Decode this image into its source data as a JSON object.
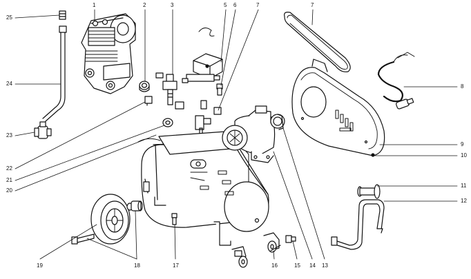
{
  "diagram": {
    "part_numbers": [
      "1",
      "2",
      "3",
      "5",
      "6",
      "7",
      "7",
      "8",
      "9",
      "10",
      "11",
      "12",
      "13",
      "14",
      "15",
      "16",
      "17",
      "18",
      "19",
      "20",
      "21",
      "22",
      "23",
      "24",
      "25"
    ]
  },
  "colors": {
    "line": "#111111",
    "fill": "#ffffff",
    "shade": "#555555"
  },
  "parts": {
    "p1": {
      "label": "1",
      "name": "compressor-pump-head"
    },
    "p2": {
      "label": "2",
      "name": "pipe-nut"
    },
    "p3": {
      "label": "3",
      "name": "non-return-valve"
    },
    "p5": {
      "label": "5",
      "name": "pressure-switch"
    },
    "p6": {
      "label": "6",
      "name": "safety-valve"
    },
    "p7a": {
      "label": "7",
      "name": "drive-belt"
    },
    "p7b": {
      "label": "7",
      "name": "elbow-fitting"
    },
    "p8": {
      "label": "8",
      "name": "power-cable"
    },
    "p9": {
      "label": "9",
      "name": "belt-guard"
    },
    "p10": {
      "label": "10",
      "name": "belt-guard-screw"
    },
    "p11": {
      "label": "11",
      "name": "handle-grip"
    },
    "p12": {
      "label": "12",
      "name": "handle-bar"
    },
    "p13": {
      "label": "13",
      "name": "motor-pulley"
    },
    "p14": {
      "label": "14",
      "name": "electric-motor"
    },
    "p15": {
      "label": "15",
      "name": "castor-bolt"
    },
    "p16": {
      "label": "16",
      "name": "castor-wheel"
    },
    "p17": {
      "label": "17",
      "name": "drain-valve"
    },
    "p18": {
      "label": "18",
      "name": "wheel-spacer"
    },
    "p19": {
      "label": "19",
      "name": "wheel"
    },
    "p20": {
      "label": "20",
      "name": "fitting-nut"
    },
    "p21": {
      "label": "21",
      "name": "air-tank"
    },
    "p22": {
      "label": "22",
      "name": "pipe-union"
    },
    "p23": {
      "label": "23",
      "name": "tee-fitting"
    },
    "p24": {
      "label": "24",
      "name": "delivery-pipe"
    },
    "p25": {
      "label": "25",
      "name": "pipe-connector"
    }
  }
}
